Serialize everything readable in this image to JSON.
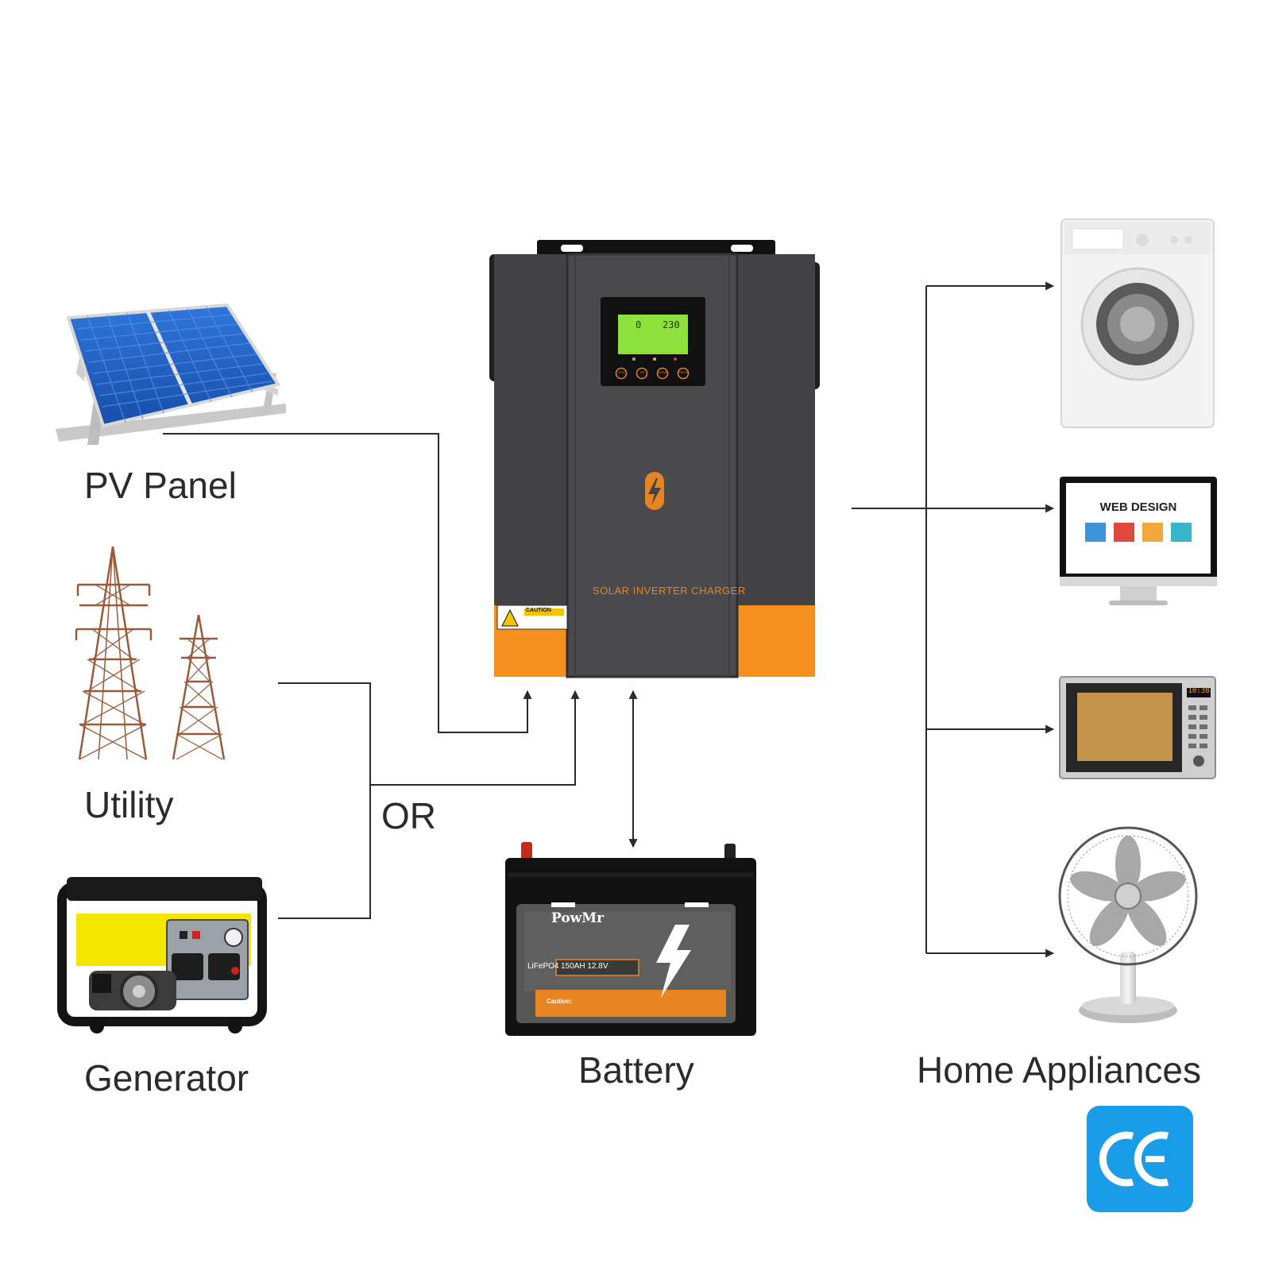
{
  "labels": {
    "pv_panel": "PV Panel",
    "utility": "Utility",
    "generator": "Generator",
    "or": "OR",
    "battery": "Battery",
    "home_appliances": "Home Appliances"
  },
  "inverter": {
    "title": "SOLAR INVERTER CHARGER",
    "caution": "CAUTION",
    "lcd_readout_left": "0",
    "lcd_readout_right": "230",
    "button_labels": [
      "ESC",
      "UP",
      "DOWN",
      "ENTER"
    ]
  },
  "battery": {
    "brand": "PowMr",
    "chemistry": "LiFePO4",
    "rating": "150AH 12.8V",
    "caution": "Caution:"
  },
  "monitor": {
    "heading": "WEB DESIGN"
  },
  "microwave": {
    "clock": "10:38"
  },
  "certification": "CE",
  "colors": {
    "inverter_body": "#434345",
    "inverter_accent": "#f5901e",
    "lcd_green": "#8ee03a",
    "line": "#2a2a2a",
    "ce_badge": "#1a9ce6",
    "solar_cell": "#1f5fc6",
    "tower": "#9a5a3a",
    "generator_yellow": "#f2e600"
  },
  "icons": [
    "solar-panel-icon",
    "power-tower-icon",
    "generator-icon",
    "inverter-icon",
    "battery-icon",
    "washing-machine-icon",
    "monitor-icon",
    "microwave-icon",
    "fan-icon",
    "ce-mark-icon"
  ]
}
